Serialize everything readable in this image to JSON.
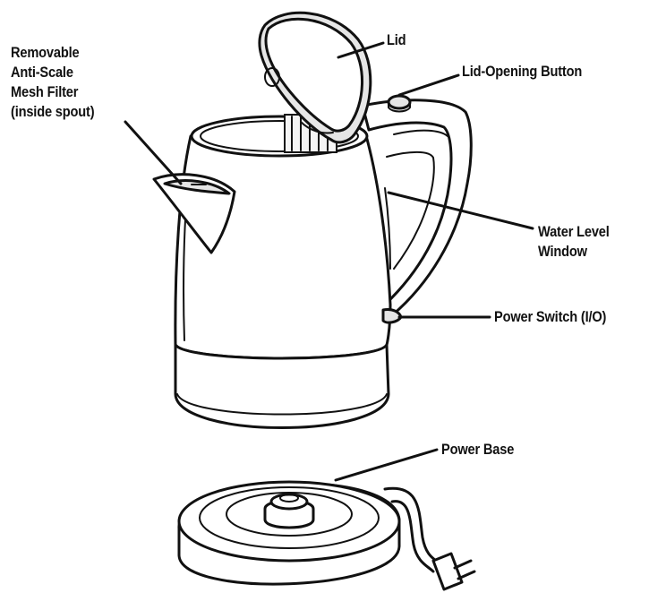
{
  "labels": {
    "filter": [
      "Removable",
      "Anti-Scale",
      "Mesh Filter",
      "(inside spout)"
    ],
    "lid": "Lid",
    "lid_button": "Lid-Opening Button",
    "water_window": [
      "Water Level",
      "Window"
    ],
    "power_switch": "Power Switch (I/O)",
    "power_base": "Power Base"
  }
}
